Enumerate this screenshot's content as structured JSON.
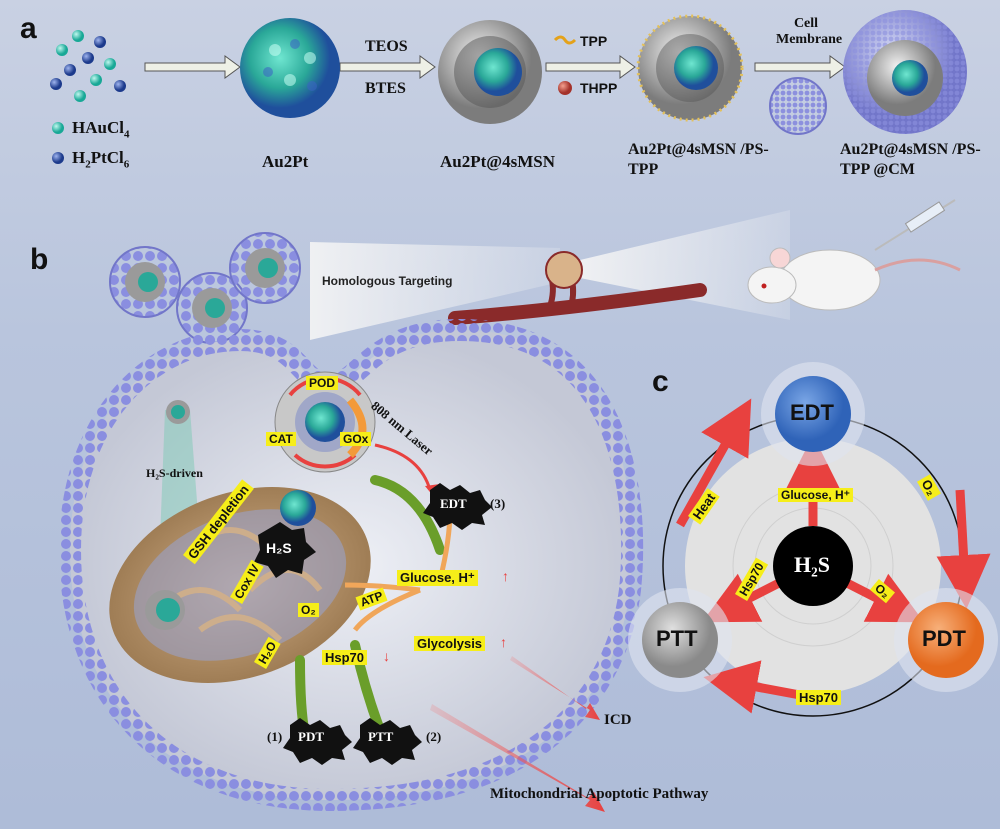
{
  "panel_a": {
    "letter": "a",
    "legend": [
      {
        "label": "HAuCl",
        "sub": "4",
        "color": "#2ec9b6"
      },
      {
        "label": "H",
        "sub2": "2",
        "label2": "PtCl",
        "sub": "6",
        "color": "#2b4fa8"
      }
    ],
    "steps": [
      {
        "top": "TEOS",
        "bottom": "BTES"
      },
      {
        "top": "TPP",
        "bottom": "THPP"
      },
      {
        "top": "Cell",
        "top2": "Membrane",
        "bottom": ""
      }
    ],
    "products": [
      "Au2Pt",
      "Au2Pt@4sMSN",
      "Au2Pt@4sMSN /PS-TPP",
      "Au2Pt@4sMSN /PS-TPP @CM"
    ]
  },
  "panel_b": {
    "letter": "b",
    "homologous": "Homologous Targeting",
    "h2s_driven": "H₂S-driven",
    "enzymes": {
      "pod": "POD",
      "cat": "CAT",
      "gox": "GOx"
    },
    "laser": "808 nm Laser",
    "gsh": "GSH depletion",
    "h2s": "H₂S",
    "cox": "Cox IV",
    "h2o": "H₂O",
    "o2": "O₂",
    "atp": "ATP",
    "hsp70": "Hsp70",
    "glucose": "Glucose, H⁺",
    "glycolysis": "Glycolysis",
    "edt": "EDT",
    "edt_num": "(3)",
    "pdt": "PDT",
    "pdt_num": "(1)",
    "ptt": "PTT",
    "ptt_num": "(2)",
    "icd": "ICD",
    "apoptosis": "Mitochondrial Apoptotic Pathway"
  },
  "panel_c": {
    "letter": "c",
    "center": "H₂S",
    "nodes": {
      "edt": "EDT",
      "pdt": "PDT",
      "ptt": "PTT"
    },
    "inner": {
      "glucose": "Glucose, H⁺",
      "o2": "O₂",
      "hsp70": "Hsp70"
    },
    "outer": {
      "heat": "Heat",
      "o2": "O₂",
      "hsp70": "Hsp70"
    },
    "colors": {
      "edt": "#2f63b8",
      "pdt": "#e8782a",
      "ptt": "#9a9a9a",
      "center": "#000000",
      "arrow": "#e8413f",
      "highlight": "#f6ee19"
    }
  }
}
